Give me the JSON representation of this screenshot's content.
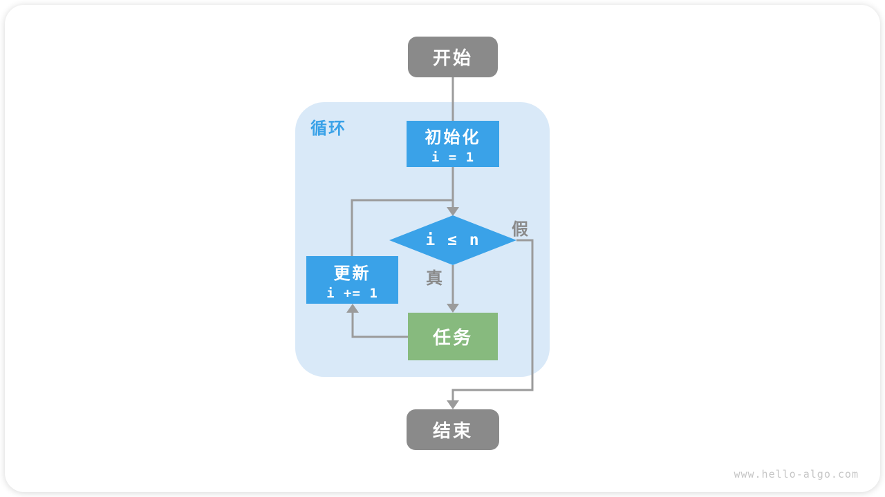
{
  "flowchart": {
    "nodes": {
      "start": {
        "label": "开始"
      },
      "init": {
        "title": "初始化",
        "code": "i = 1"
      },
      "condition": {
        "label": "i ≤ n"
      },
      "update": {
        "title": "更新",
        "code": "i += 1"
      },
      "task": {
        "label": "任务"
      },
      "end": {
        "label": "结束"
      }
    },
    "labels": {
      "loop": "循环",
      "true": "真",
      "false": "假"
    },
    "colors": {
      "node_gray": "#8a8a8a",
      "node_blue": "#3aa2e8",
      "node_green": "#87ba7e",
      "loop_background": "#d9e9f8",
      "loop_label": "#3aa2e8",
      "connector_line": "#9b9b9b",
      "branch_label": "#8a8a8a",
      "node_text": "#ffffff",
      "watermark": "#c6c6c6"
    }
  },
  "page": {
    "watermark": "www.hello-algo.com"
  }
}
